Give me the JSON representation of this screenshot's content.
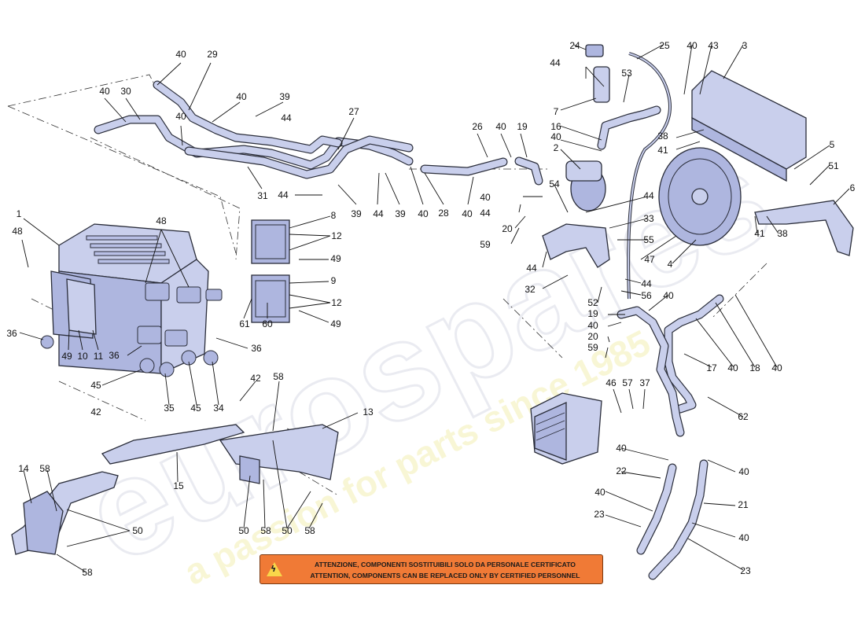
{
  "watermark": {
    "brand": "eurospares",
    "tagline": "a passion for parts since 1985"
  },
  "warning": {
    "line1": "ATTENZIONE, COMPONENTI SOSTITUIBILI SOLO DA PERSONALE CERTIFICATO",
    "line2": "ATTENTION, COMPONENTS CAN BE REPLACED ONLY BY CERTIFIED PERSONNEL",
    "icon": "high-voltage-warning-icon",
    "colors": {
      "banner": "#f07a36",
      "triangle": "#f9d64a"
    }
  },
  "part_colors": {
    "body": "#c9cfec",
    "shade": "#aeb6df",
    "outline": "#2a2d3a"
  },
  "callouts": [
    "1",
    "2",
    "3",
    "4",
    "5",
    "6",
    "7",
    "8",
    "9",
    "10",
    "11",
    "12",
    "13",
    "14",
    "15",
    "16",
    "17",
    "18",
    "19",
    "20",
    "21",
    "22",
    "23",
    "24",
    "25",
    "26",
    "27",
    "28",
    "29",
    "30",
    "31",
    "32",
    "33",
    "34",
    "35",
    "36",
    "37",
    "38",
    "39",
    "40",
    "41",
    "42",
    "43",
    "44",
    "45",
    "46",
    "47",
    "48",
    "49",
    "50",
    "51",
    "52",
    "53",
    "54",
    "55",
    "56",
    "57",
    "58",
    "59",
    "60",
    "61",
    "62"
  ]
}
